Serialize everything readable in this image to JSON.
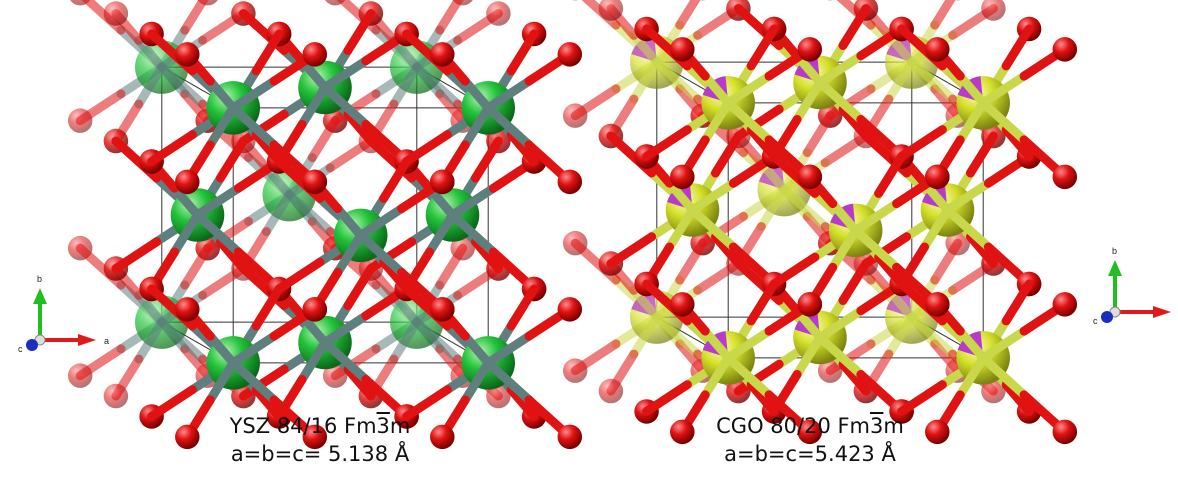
{
  "structures": [
    {
      "id": "ysz",
      "name_prefix": "YSZ 84/16 Fm",
      "bar_digit": "3",
      "name_suffix": "m",
      "lattice": "a=b=c= 5.138 Å",
      "cation_color": "#22c33a",
      "cation_shadow": "#0b6a18",
      "bond_color": "#5f7f7f",
      "mixed_site": false
    },
    {
      "id": "cgo",
      "name_prefix": "CGO 80/20 Fm",
      "bar_digit": "3",
      "name_suffix": "m",
      "lattice": "a=b=c=5.423 Å",
      "cation_color": "#d6e12a",
      "cation_shadow": "#7c8410",
      "secondary_cation_color": "#b52fd2",
      "bond_color": "#c9d84a",
      "mixed_site": true
    }
  ],
  "oxygen_color": "#e01212",
  "axes": {
    "labels": [
      "b",
      "c",
      "a"
    ],
    "colors": {
      "b": "#1fbf1f",
      "a": "#e01a1a",
      "c": "#1a2fbf"
    }
  }
}
